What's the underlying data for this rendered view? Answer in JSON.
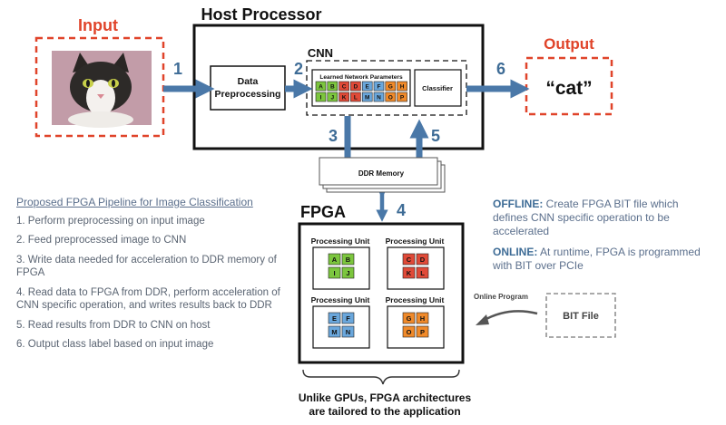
{
  "labels": {
    "input": "Input",
    "host_processor": "Host Processor",
    "cnn": "CNN",
    "output": "Output",
    "output_value": "“cat”",
    "data_preprocessing_line1": "Data",
    "data_preprocessing_line2": "Preprocessing",
    "learned_params": "Learned Network Parameters",
    "classifier": "Classifier",
    "ddr_memory": "DDR Memory",
    "fpga": "FPGA",
    "bit_file": "BIT File",
    "online_program": "Online Program"
  },
  "arrow_numbers": [
    "1",
    "2",
    "3",
    "4",
    "5",
    "6"
  ],
  "param_grid": {
    "row1": [
      "A",
      "B",
      "C",
      "D",
      "E",
      "F",
      "G",
      "H"
    ],
    "row2": [
      "I",
      "J",
      "K",
      "L",
      "M",
      "N",
      "O",
      "P"
    ]
  },
  "processing_units": [
    {
      "label": "Processing Unit",
      "cells": [
        "A",
        "B",
        "I",
        "J"
      ]
    },
    {
      "label": "Processing Unit",
      "cells": [
        "C",
        "D",
        "K",
        "L"
      ]
    },
    {
      "label": "Processing Unit",
      "cells": [
        "E",
        "F",
        "M",
        "N"
      ]
    },
    {
      "label": "Processing Unit",
      "cells": [
        "G",
        "H",
        "O",
        "P"
      ]
    }
  ],
  "pipeline": {
    "title": "Proposed FPGA Pipeline for Image Classification",
    "steps": [
      "1. Perform preprocessing on input image",
      "2. Feed preprocessed image to CNN",
      "3. Write data needed for acceleration to DDR memory of FPGA",
      "4. Read data to FPGA from DDR, perform acceleration of CNN specific operation, and writes results back to DDR",
      "5. Read results from DDR to CNN on host",
      "6. Output class label based on input image"
    ]
  },
  "notes": {
    "offline_label": "OFFLINE:",
    "offline_text": "Create FPGA BIT file which defines CNN specific operation to be accelerated",
    "online_label": "ONLINE:",
    "online_text": "At runtime, FPGA is programmed with BIT over PCIe"
  },
  "caption": {
    "line1": "Unlike GPUs, FPGA architectures",
    "line2": "are tailored to the application"
  },
  "colors": {
    "accent_red": "#e0442a",
    "arrow_blue": "#4a78a8",
    "cell_green": "#7cc63e",
    "cell_red": "#e04a38",
    "cell_blue": "#6aa7dc",
    "cell_orange": "#f08a2a",
    "text_blue": "#5b6f8c"
  }
}
